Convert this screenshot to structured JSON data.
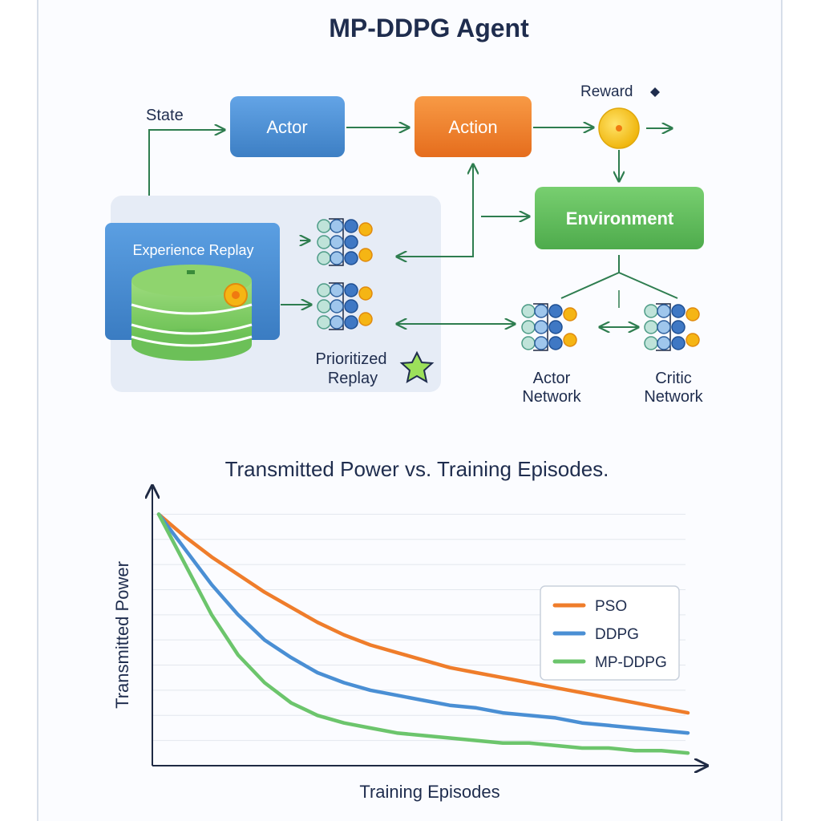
{
  "diagram": {
    "title": "MP-DDPG Agent",
    "labels": {
      "state": "State",
      "actor": "Actor",
      "action": "Action",
      "reward": "Reward",
      "environment": "Environment",
      "experience_replay": "Experience Replay",
      "prioritized_line1": "Prioritized",
      "prioritized_line2": "Replay",
      "actor_network_line1": "Actor",
      "actor_network_line2": "Network",
      "critic_network_line1": "Critic",
      "critic_network_line2": "Network"
    },
    "colors": {
      "actor": "#4a8fd4",
      "action": "#ef7d2b",
      "environment": "#5cb85c",
      "reward": "#f5c518",
      "arrow": "#2e7d4f",
      "replay_panel": "#e6ecf6"
    }
  },
  "chart_data": {
    "type": "line",
    "title": "Transmitted Power vs. Training Episodes.",
    "xlabel": "Training Episodes",
    "ylabel": "Transmitted Power",
    "grid": true,
    "legend_position": "right",
    "x": [
      0,
      5,
      10,
      15,
      20,
      25,
      30,
      35,
      40,
      45,
      50,
      55,
      60,
      65,
      70,
      75,
      80,
      85,
      90,
      95,
      100
    ],
    "series": [
      {
        "name": "PSO",
        "color": "#ef7d2b",
        "values": [
          100,
          91,
          83,
          76,
          69,
          63,
          57,
          52,
          48,
          45,
          42,
          39,
          37,
          35,
          33,
          31,
          29,
          27,
          25,
          23,
          21
        ]
      },
      {
        "name": "DDPG",
        "color": "#4a8fd4",
        "values": [
          100,
          86,
          72,
          60,
          50,
          43,
          37,
          33,
          30,
          28,
          26,
          24,
          23,
          21,
          20,
          19,
          17,
          16,
          15,
          14,
          13
        ]
      },
      {
        "name": "MP-DDPG",
        "color": "#6cc56c",
        "values": [
          100,
          80,
          60,
          44,
          33,
          25,
          20,
          17,
          15,
          13,
          12,
          11,
          10,
          9,
          9,
          8,
          7,
          7,
          6,
          6,
          5
        ]
      }
    ],
    "xlim": [
      0,
      100
    ],
    "ylim": [
      0,
      110
    ]
  }
}
